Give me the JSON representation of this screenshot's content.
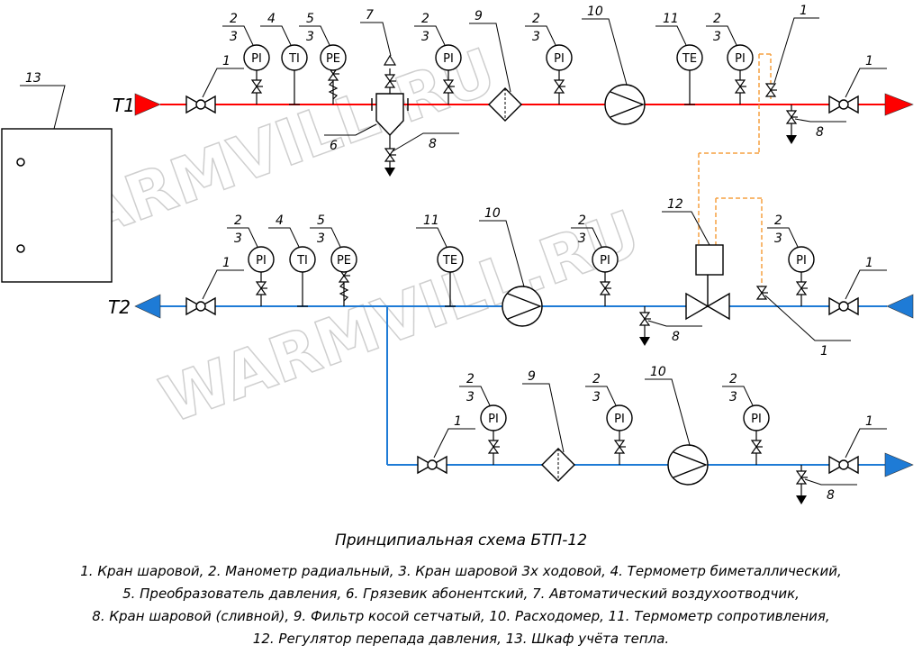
{
  "title": "Принципиальная схема БТП-12",
  "legend": [
    "1. Кран шаровой, 2. Манометр радиальный, 3. Кран шаровой 3х ходовой, 4. Термометр биметаллический,",
    "5. Преобразователь давления, 6. Грязевик абонентский, 7. Автоматический воздухоотводчик,",
    "8. Кран шаровой (сливной), 9. Фильтр косой сетчатый, 10. Расходомер, 11. Термометр сопротивления,",
    "12. Регулятор перепада давления, 13. Шкаф учёта тепла."
  ],
  "lines": {
    "t1": "Т1",
    "t2": "Т2"
  },
  "instruments": {
    "pi": "PI",
    "ti": "TI",
    "pe": "PE",
    "te": "TE"
  },
  "watermark": "WARMVILL.RU",
  "numbers": [
    "1",
    "2",
    "3",
    "4",
    "5",
    "6",
    "7",
    "8",
    "9",
    "10",
    "11",
    "12",
    "13"
  ],
  "colors": {
    "supply": "#ff0000",
    "return": "#1e7bd6",
    "impulse": "#f5a040"
  }
}
